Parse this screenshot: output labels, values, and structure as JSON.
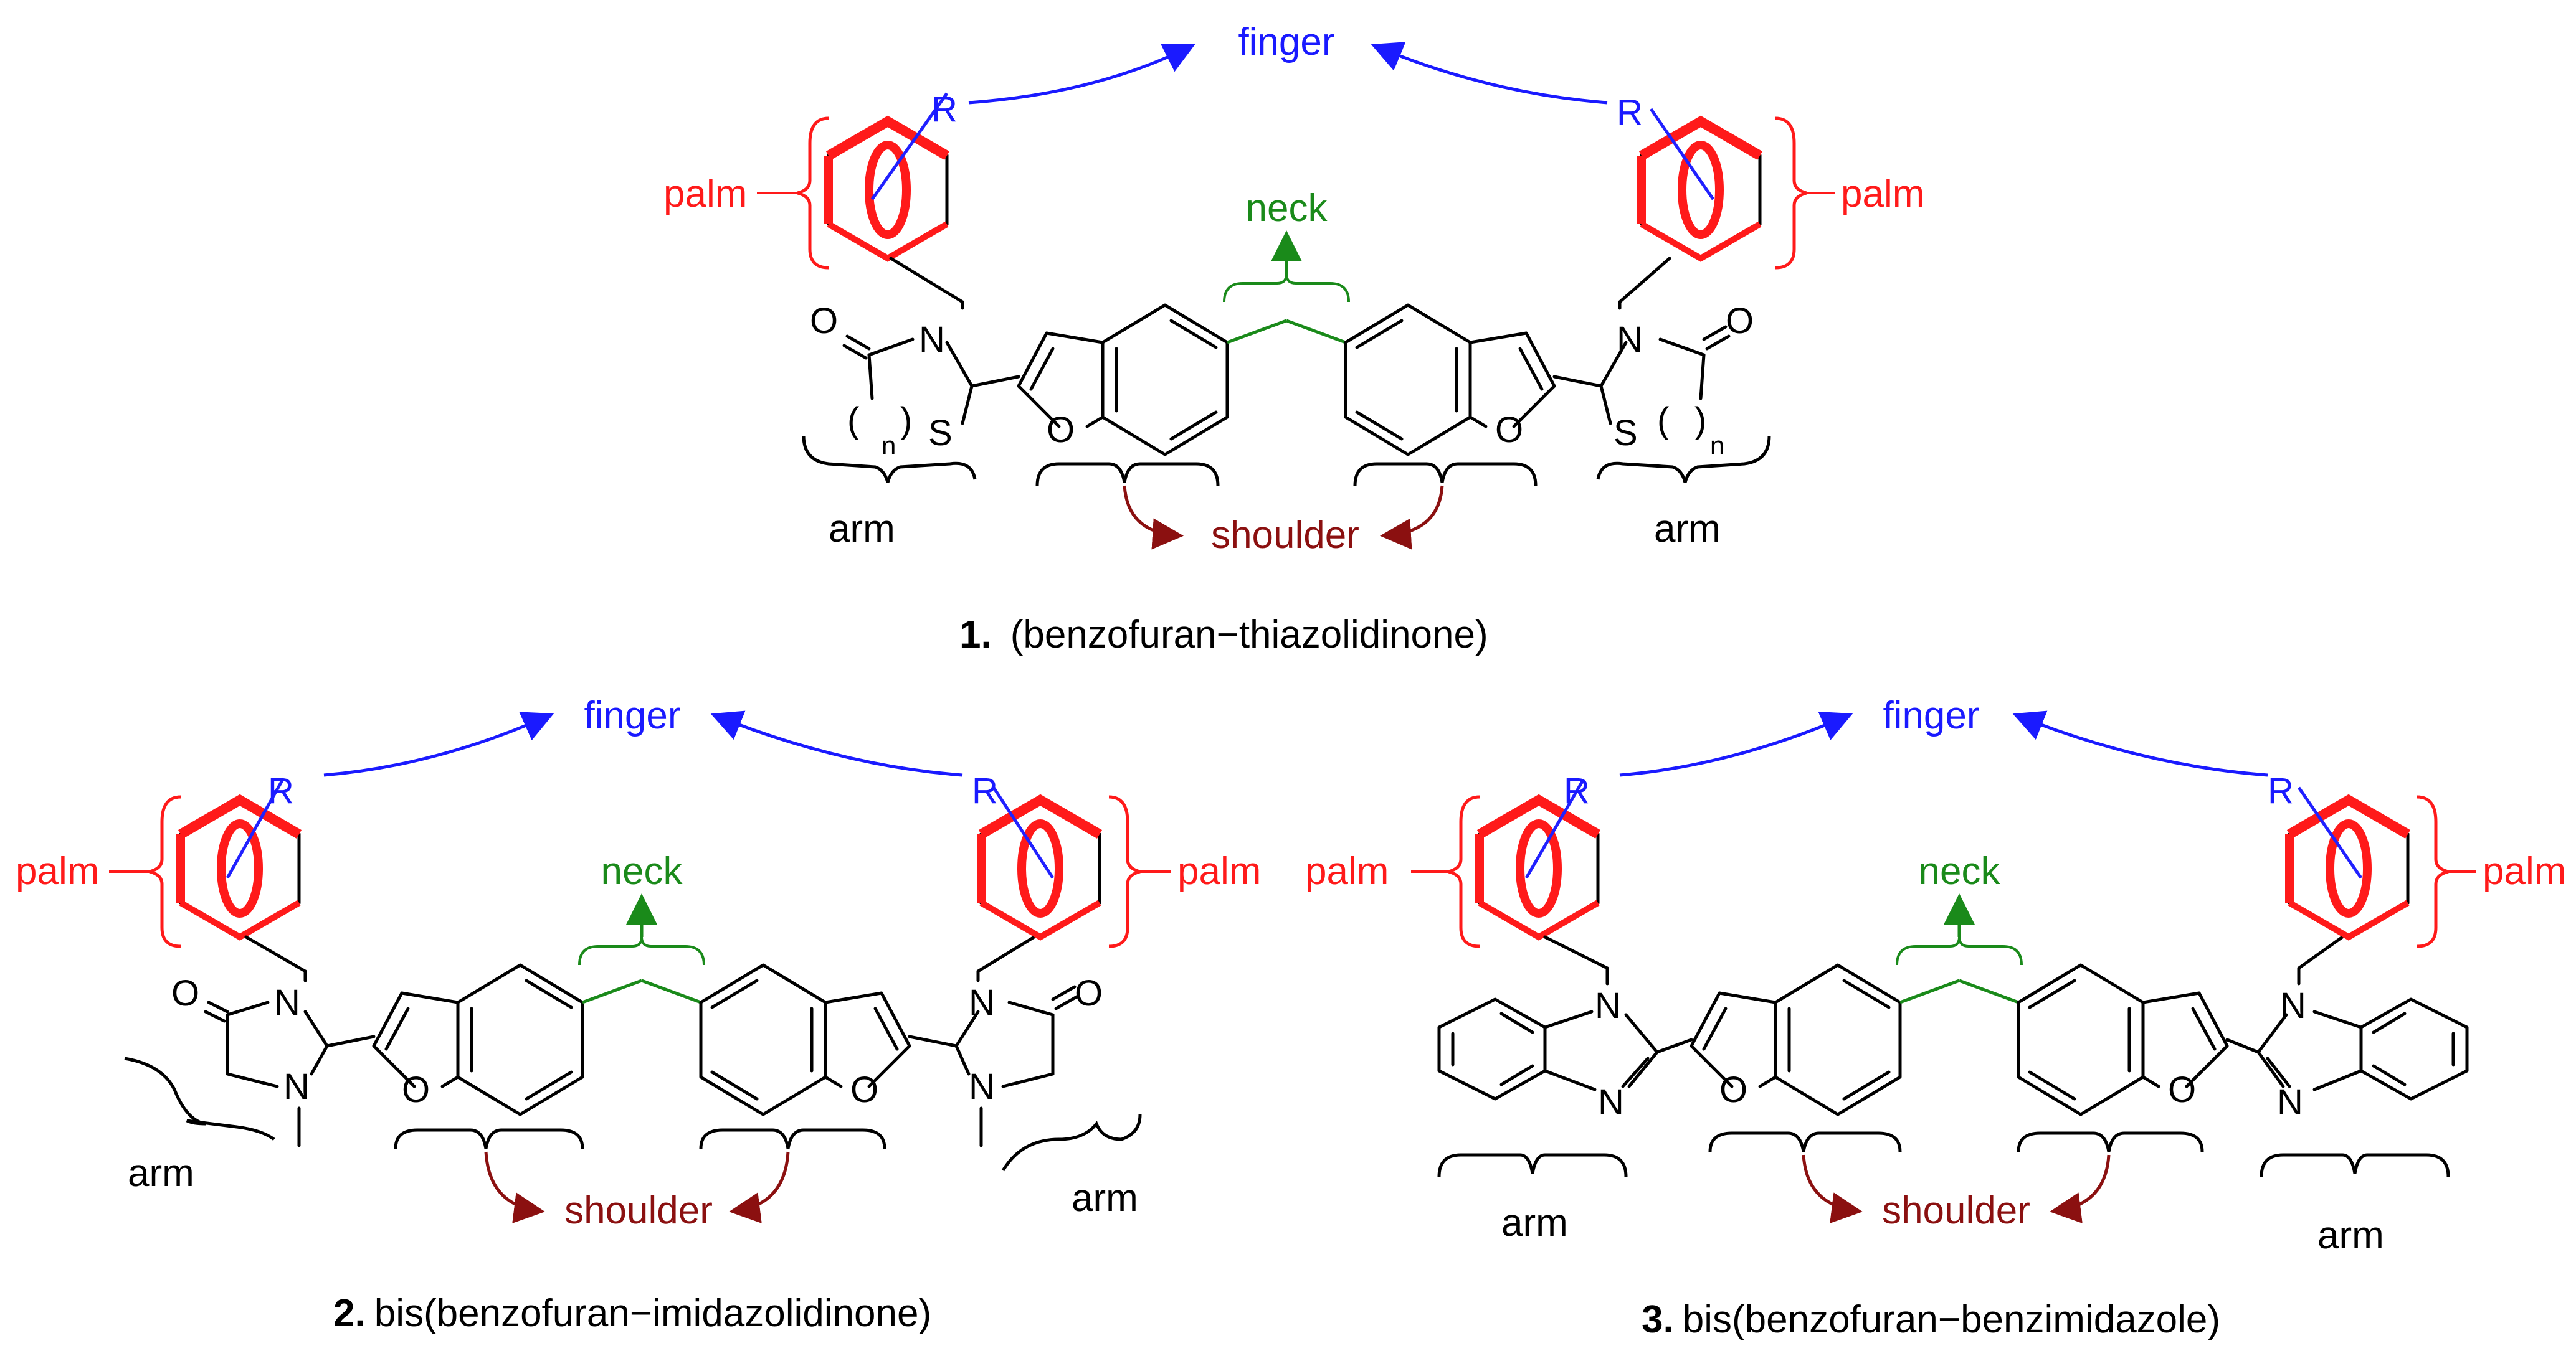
{
  "colors": {
    "finger": "#1a1aff",
    "palm": "#ff1a1a",
    "neck": "#1a8a1a",
    "shoulder": "#8b1010",
    "structure": "#000000"
  },
  "labels": {
    "finger": "finger",
    "palm": "palm",
    "neck": "neck",
    "shoulder": "shoulder",
    "arm": "arm",
    "R": "R"
  },
  "atoms": {
    "O": "O",
    "N": "N",
    "S": "S",
    "n": "n",
    "paren_open": "(",
    "paren_close": ")"
  },
  "compounds": [
    {
      "number": "1.",
      "name": "(benzofuran−thiazolidinone)"
    },
    {
      "number": "2.",
      "name": "bis(benzofuran−imidazolidinone)"
    },
    {
      "number": "3.",
      "name": "bis(benzofuran−benzimidazole)"
    }
  ],
  "icons": [
    "curved-arrow-icon",
    "curly-brace-icon",
    "benzene-ring-icon"
  ]
}
